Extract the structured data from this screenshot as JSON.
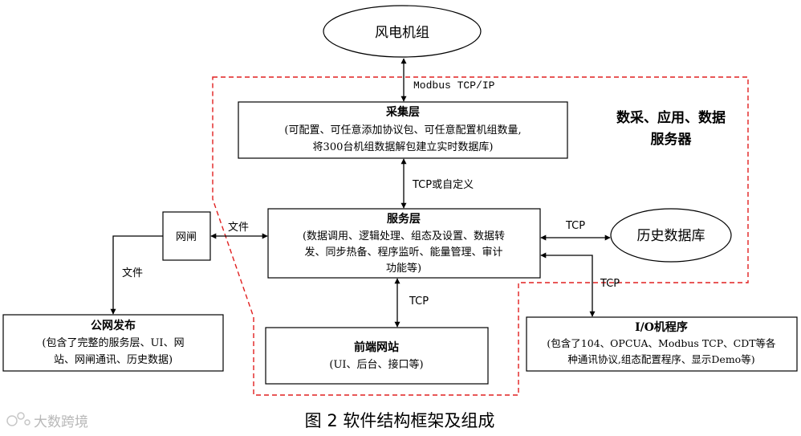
{
  "nodes": {
    "wind_farm": {
      "label": "风电机组"
    },
    "collection": {
      "title": "采集层",
      "line1": "(可配置、可任意添加协议包、可任意配置机组数量,",
      "line2": "将300台机组数据解包建立实时数据库)"
    },
    "service": {
      "title": "服务层",
      "line1": "(数据调用、逻辑处理、组态及设置、数据转",
      "line2": "发、同步热备、程序监听、能量管理、审计",
      "line3": "功能等)"
    },
    "gateway": {
      "label": "网闸"
    },
    "public": {
      "title": "公网发布",
      "line1": "(包含了完整的服务层、UI、网",
      "line2": "站、网闸通讯、历史数据)"
    },
    "frontend": {
      "title": "前端网站",
      "line1": "(UI、后台、接口等)"
    },
    "history_db": {
      "label": "历史数据库"
    },
    "io": {
      "title": "I/O机程序",
      "line1": "(包含了104、OPCUA、Modbus TCP、CDT等各",
      "line2": "种通讯协议,组态配置程序、显示Demo等)"
    }
  },
  "boundary": {
    "line1": "数采、应用、数据",
    "line2": "服务器",
    "color": "#e02020"
  },
  "edges": {
    "modbus": "Modbus TCP/IP",
    "tcp_custom": "TCP或自定义",
    "file_gateway": "文件",
    "file_public": "文件",
    "tcp_history": "TCP",
    "tcp_io": "TCP",
    "tcp_frontend": "TCP"
  },
  "watermark": "大数跨境",
  "caption": "图 2  软件结构框架及组成"
}
